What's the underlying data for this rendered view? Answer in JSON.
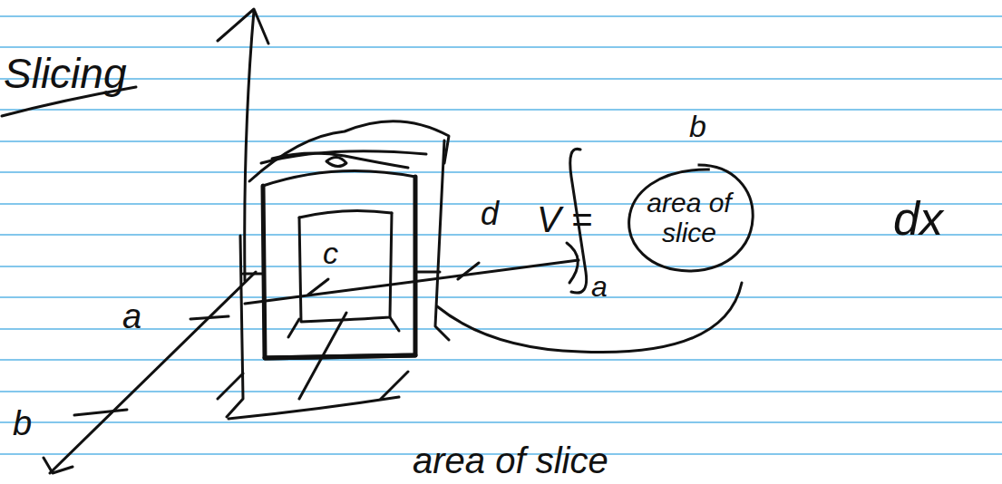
{
  "diagram": {
    "title": "Slicing",
    "nodes": [
      {
        "text": [
          "area of slice"
        ]
      }
    ],
    "labels": [
      "a",
      "b",
      "c",
      "d",
      "V =",
      "b",
      "a",
      "dx",
      "area of slice"
    ]
  }
}
